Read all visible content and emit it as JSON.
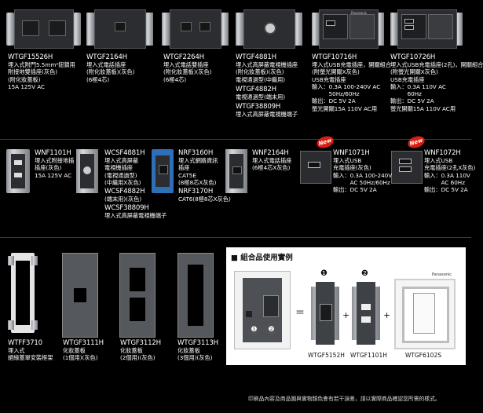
{
  "row1": [
    {
      "code": "WTGF15526H",
      "lines": [
        "埋入式附門5.5mm²鈕鎖用",
        "附接地雙插座(灰色)",
        "(附化妝蓋板)",
        "15A 125V AC"
      ]
    },
    {
      "code": "WTGF2164H",
      "lines": [
        "埋入式電話插座",
        "(附化妝蓋板)(灰色)",
        "(6極4芯)"
      ]
    },
    {
      "code": "WTGF2264H",
      "lines": [
        "埋入式電話雙插座",
        "(附化妝蓋板)(灰色)",
        "(6極4芯)"
      ]
    },
    {
      "code": "WTGF4881H",
      "lines": [
        "埋入式高屏蔽電視機插座",
        "(附化妝蓋板)(灰色)",
        "電視通過型(中繼用)"
      ],
      "code2": "WTGF4882H",
      "lines2": [
        "電視通過型(端末用)"
      ],
      "code3": "WTGF38809H",
      "lines3": [
        "埋入式高屏蔽電視機端子"
      ]
    },
    {
      "code": "WTGF10716H",
      "lines": [
        "埋入式USB充電插座，開關組合",
        "(附螢光開關X灰色)",
        "USB充電插座",
        "輸入：0.3A 100-240V AC",
        "　　　50Hz/60Hz",
        "輸出：DC 5V 2A",
        "螢光開關15A 110V AC用"
      ]
    },
    {
      "code": "WTGF10726H",
      "lines": [
        "埋入式USB充電插座(2孔)，開關組合",
        "(附螢光開關X灰色)",
        "USB充電插座",
        "輸入：0.3A 110V AC",
        "　　　60Hz",
        "輸出：DC 5V 2A",
        "螢光開關15A 110V AC用"
      ]
    }
  ],
  "row2": [
    {
      "code": "WNF1101H",
      "lines": [
        "埋入式附接地插",
        "插座(灰色)",
        "15A 125V AC"
      ]
    },
    {
      "code": "WCSF4881H",
      "lines": [
        "埋入式高屏蔽",
        "電視機插座",
        "(電視通過型)",
        "(中繼用X灰色)"
      ],
      "code2": "WCSF4882H",
      "lines2": [
        "(端末用)(灰色)"
      ],
      "code3": "WCSF38809H",
      "lines3": [
        "埋入式高屏蔽電視機端子"
      ]
    },
    {
      "code": "NRF3160H",
      "lines": [
        "埋入式網路資訊",
        "插座",
        "CAT5E",
        "(8極8芯X灰色)"
      ],
      "code2": "NRF3170H",
      "lines2": [
        "CAT6(8極8芯X灰色)"
      ]
    },
    {
      "code": "WNF2164H",
      "lines": [
        "埋入式電話插座",
        "(6極4芯X灰色)"
      ]
    },
    {
      "code": "WNF1071H",
      "lines": [
        "埋入式USB",
        "充電插座(灰色)",
        "輸入：0.3A 100-240V",
        "　　　AC 50Hz/60Hz",
        "輸出：DC 5V 2A"
      ]
    },
    {
      "code": "WNF1072H",
      "lines": [
        "埋入式USB",
        "充電插座(2孔X灰色)",
        "輸入：0.3A 110V",
        "　　　AC 60Hz",
        "輸出：DC 5V 2A"
      ]
    }
  ],
  "new_label": "New",
  "row3": [
    {
      "code": "WTFF3710",
      "lines": [
        "埋入式",
        "絕緣蓋單安裝框架"
      ]
    },
    {
      "code": "WTGF3111H",
      "lines": [
        "化妝蓋板",
        "(1個用)(灰色)"
      ]
    },
    {
      "code": "WTGF3112H",
      "lines": [
        "化妝蓋板",
        "(2個用)(灰色)"
      ]
    },
    {
      "code": "WTGF3113H",
      "lines": [
        "化妝蓋板",
        "(3個用)(灰色)"
      ]
    }
  ],
  "combo": {
    "title": "■ 組合品使用實例",
    "n1": "❶",
    "n2": "❷",
    "brand": "Panasonic",
    "eq": "＝",
    "plus": "+",
    "labels": [
      "WTGF5152H",
      "WTGF1101H",
      "WTGF6102S"
    ]
  },
  "footer": "印刷品內容及商品圖與實物顏色會有若干誤差，請以實際商品確認您所需的樣式。",
  "colors": {
    "accent_red": "#d71f14",
    "blue_module": "#2e6fb7"
  }
}
